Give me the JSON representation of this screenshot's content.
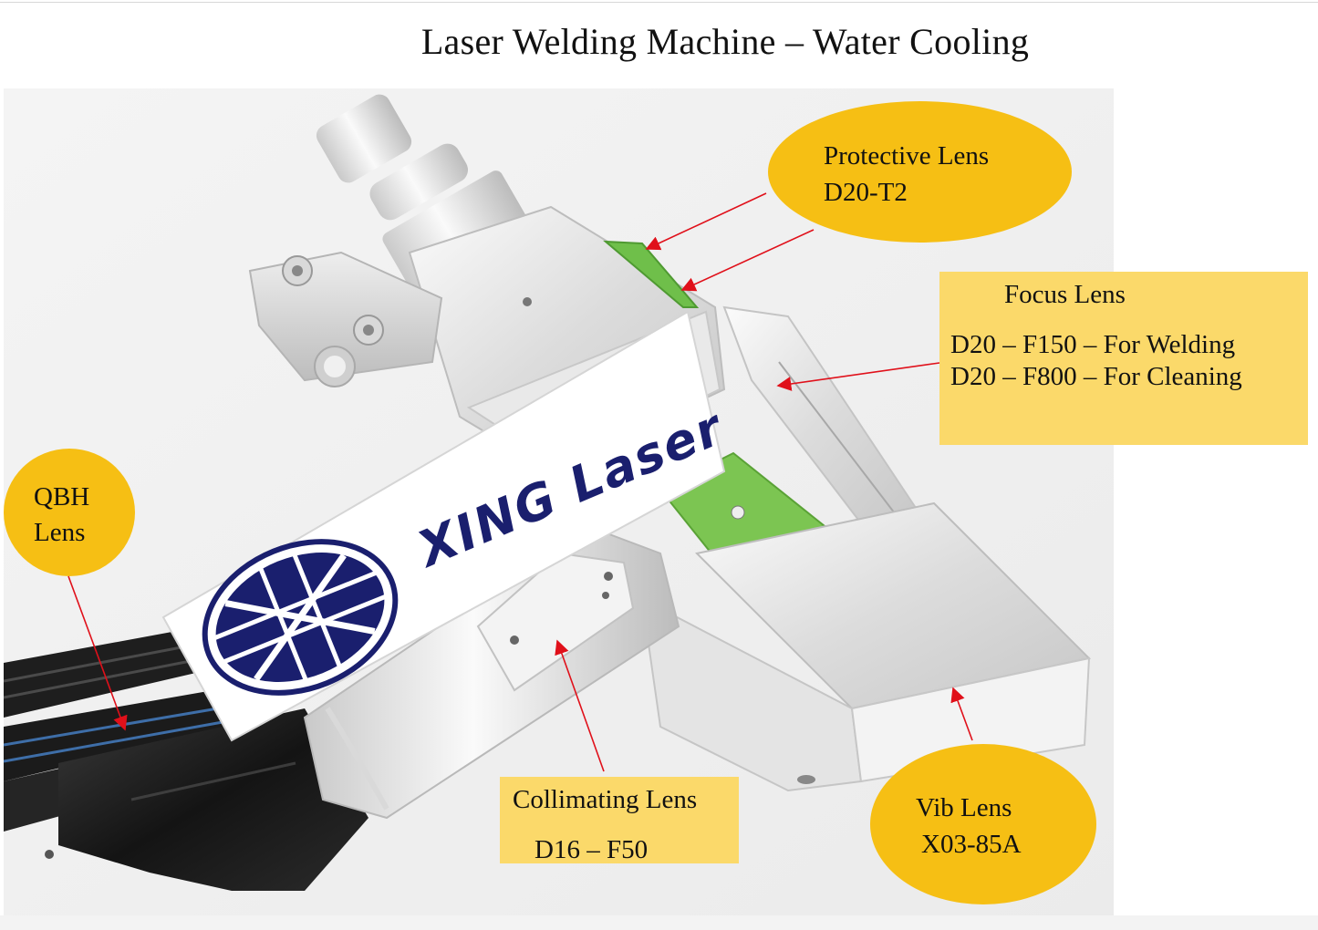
{
  "title": "Laser Welding Machine – Water Cooling",
  "brand": {
    "logo_text": "XING Laser",
    "colors": {
      "navy": "#1a1f6e",
      "accent": "#f6bf14",
      "box_fill": "#fbd96a",
      "arrow": "#e0101a"
    }
  },
  "callouts": {
    "protective": {
      "line1": "Protective Lens",
      "line2": "D20-T2"
    },
    "focus": {
      "heading": "Focus Lens",
      "line1": "D20 – F150 – For Welding",
      "line2": "D20 – F800 – For Cleaning"
    },
    "qbh": {
      "line1": "QBH",
      "line2": "Lens"
    },
    "collimating": {
      "line1": "Collimating Lens",
      "line2": "D16 – F50"
    },
    "vib": {
      "line1": "Vib Lens",
      "line2": "X03-85A"
    }
  }
}
